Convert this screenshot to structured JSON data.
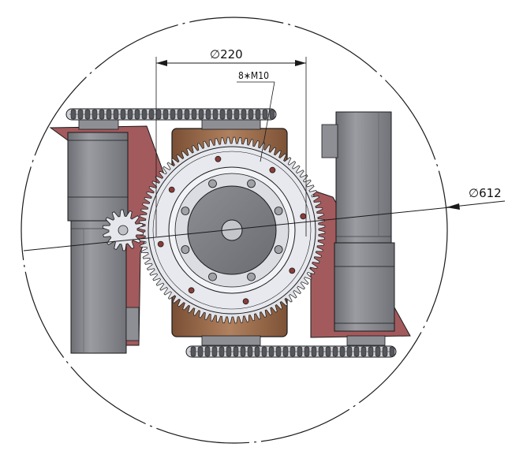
{
  "dimensions": {
    "inner_bolt_circle": "∅220",
    "bolt_spec": "8∗M10",
    "outer_diameter": "∅612"
  },
  "colors": {
    "motor_gray": "#8d8f95",
    "motor_dark": "#5e6066",
    "bracket_red": "#a35a5c",
    "hub_bronze": "#9b6b4c",
    "gear_light": "#e8e9ee",
    "line": "#1a1a1a"
  },
  "gear": {
    "outer_teeth": 96,
    "pinion_teeth": 14,
    "inner_bolts": 8,
    "outer_bolts": 8
  }
}
